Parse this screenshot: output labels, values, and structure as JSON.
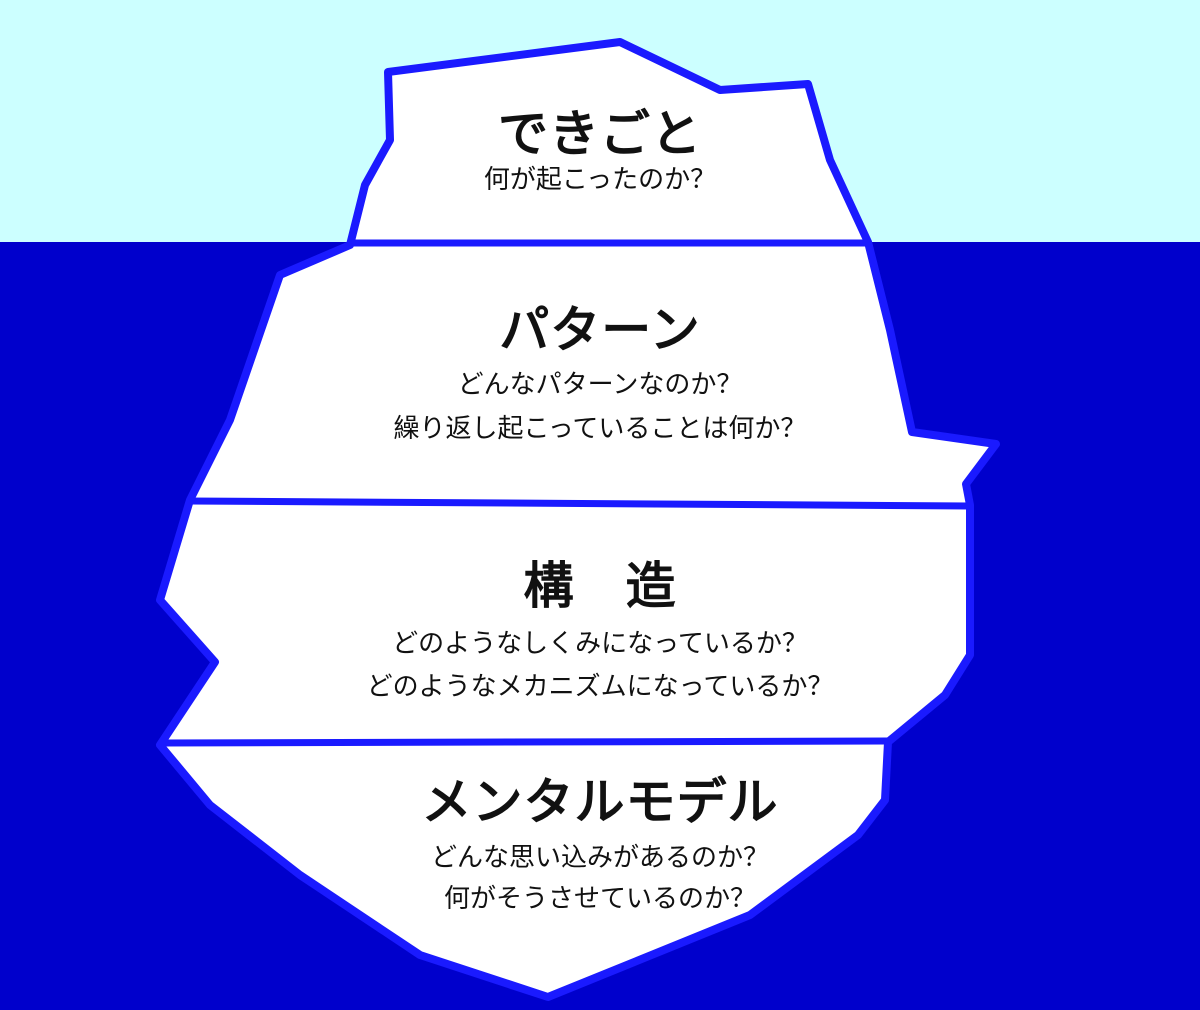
{
  "colors": {
    "sky": "#ccffff",
    "sea": "#0000cc",
    "ice": "#ffffff",
    "outline": "#1a1aff",
    "text": "#111111"
  },
  "layers": [
    {
      "title": "できごと",
      "questions": [
        "何が起こったのか？"
      ]
    },
    {
      "title": "パターン",
      "questions": [
        "どんなパターンなのか？",
        "繰り返し起こっていることは何か？"
      ]
    },
    {
      "title": "構　造",
      "questions": [
        "どのようなしくみになっているか？",
        "どのようなメカニズムになっているか？"
      ]
    },
    {
      "title": "メンタルモデル",
      "questions": [
        "どんな思い込みがあるのか？",
        "何がそうさせているのか？"
      ]
    }
  ]
}
